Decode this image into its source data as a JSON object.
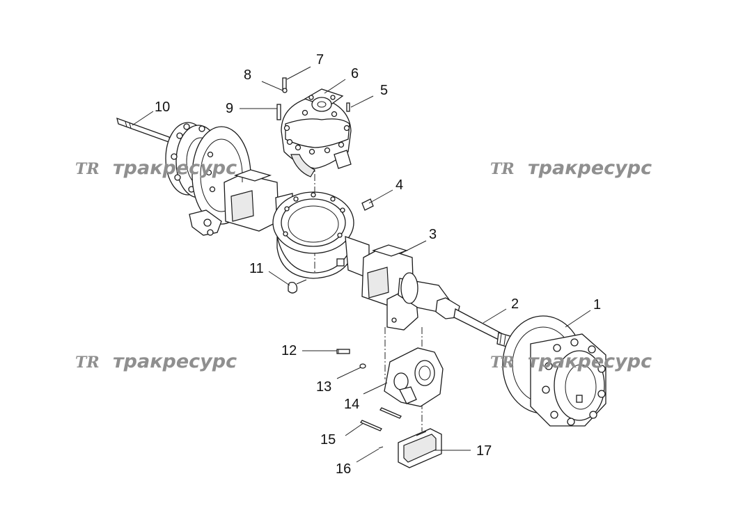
{
  "watermark": {
    "logo": "TR",
    "text": "тракресурс"
  },
  "callouts": [
    "1",
    "2",
    "3",
    "4",
    "5",
    "6",
    "7",
    "8",
    "9",
    "10",
    "11",
    "12",
    "13",
    "14",
    "15",
    "16",
    "17"
  ]
}
